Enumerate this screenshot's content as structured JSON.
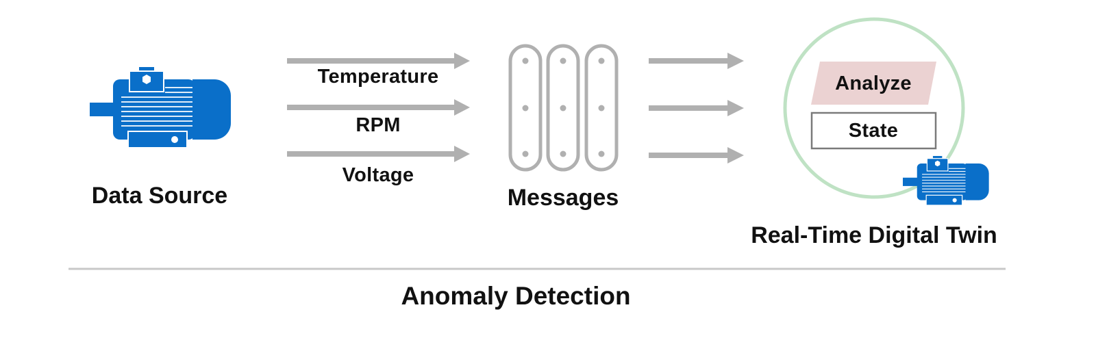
{
  "data_source": {
    "label": "Data Source",
    "icon": "electric-motor-icon"
  },
  "metrics": [
    "Temperature",
    "RPM",
    "Voltage"
  ],
  "messages": {
    "label": "Messages",
    "icon": "message-queue-icon",
    "count": 3
  },
  "digital_twin": {
    "label": "Real-Time Digital Twin",
    "analyze_label": "Analyze",
    "state_label": "State",
    "icon": "electric-motor-icon"
  },
  "footer": {
    "title": "Anomaly Detection"
  },
  "colors": {
    "motor_blue": "#0a6fc9",
    "arrow_gray": "#b0b0b0",
    "circle_green": "#bfe2c4",
    "analyze_fill": "#ebd2d2",
    "state_border": "#7a7a7a"
  }
}
